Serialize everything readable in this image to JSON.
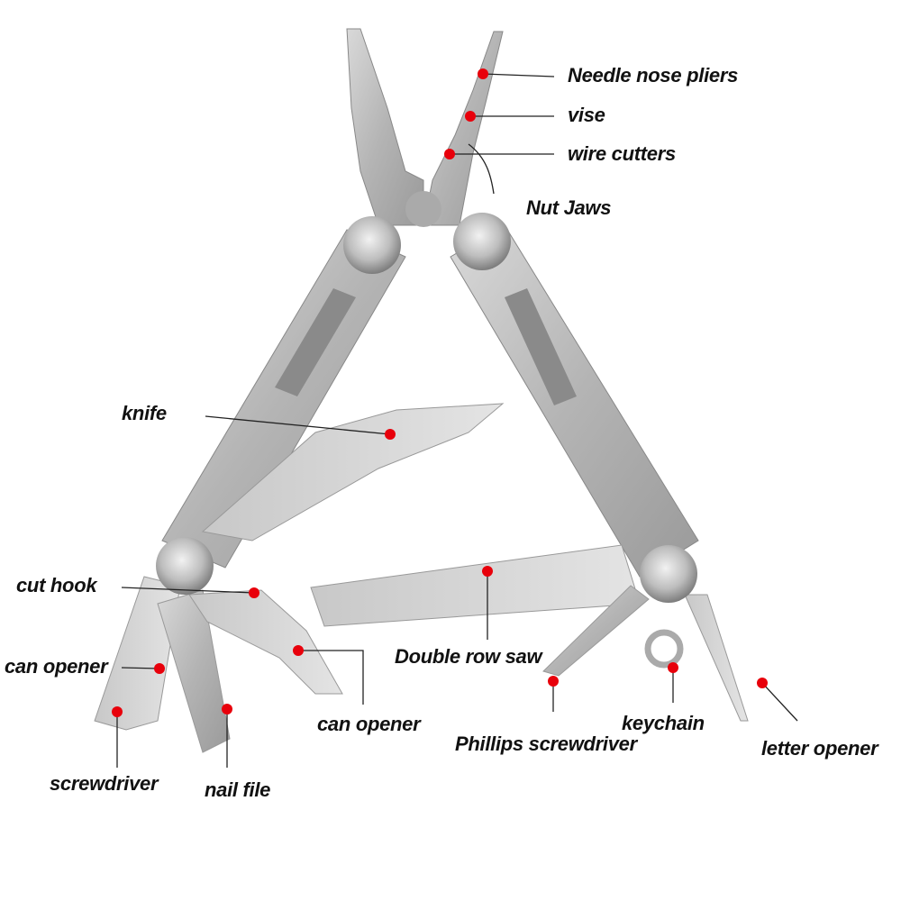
{
  "labels": {
    "needle_nose_pliers": "Needle nose pliers",
    "vise": "vise",
    "wire_cutters": "wire cutters",
    "nut_jaws": "Nut Jaws",
    "knife": "knife",
    "cut_hook": "cut hook",
    "can_opener_left": "can opener",
    "screwdriver": "screwdriver",
    "nail_file": "nail file",
    "can_opener_center": "can opener",
    "double_row_saw": "Double row saw",
    "phillips_screwdriver": "Phillips screwdriver",
    "keychain": "keychain",
    "letter_opener": "letter opener"
  },
  "colors": {
    "marker": "#e8000b",
    "steel": "#b9b9b9",
    "leader": "#222222"
  }
}
